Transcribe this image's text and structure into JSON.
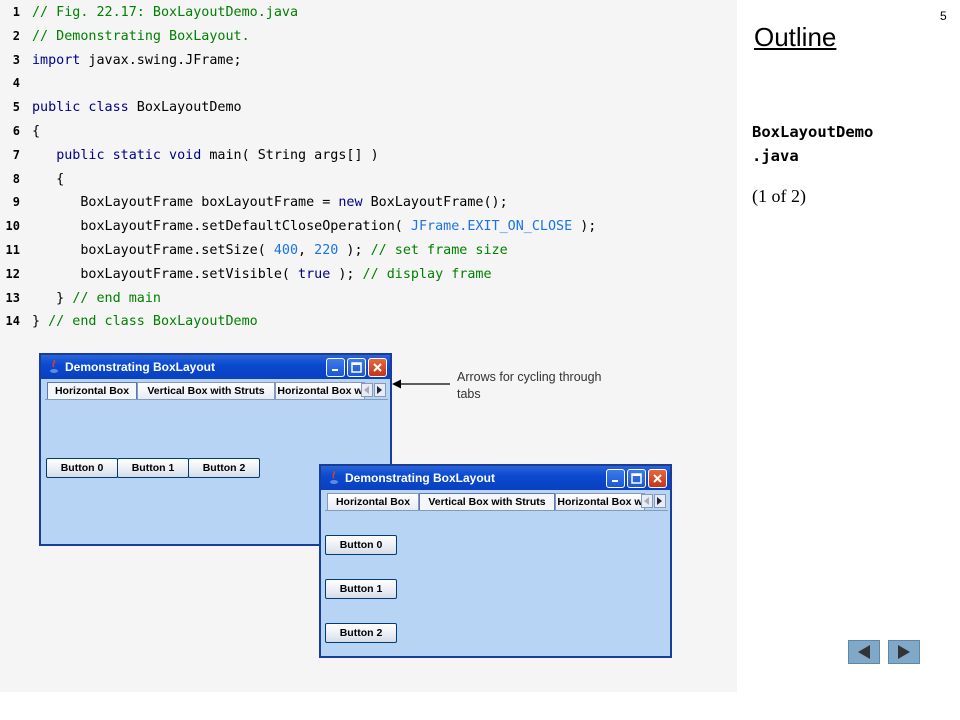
{
  "page_number": "5",
  "outline": {
    "title": "Outline",
    "file_line1": "BoxLayoutDemo",
    "file_line2": ".java",
    "page_of": "(1 of 2)"
  },
  "code_lines": [
    {
      "n": "1",
      "tokens": [
        {
          "t": "// Fig. 22.17: BoxLayoutDemo.java",
          "c": "comment"
        }
      ]
    },
    {
      "n": "2",
      "tokens": [
        {
          "t": "// Demonstrating BoxLayout.",
          "c": "comment"
        }
      ]
    },
    {
      "n": "3",
      "tokens": [
        {
          "t": "import",
          "c": "keyword"
        },
        {
          "t": " javax.swing.JFrame;",
          "c": "plain"
        }
      ]
    },
    {
      "n": "4",
      "tokens": []
    },
    {
      "n": "5",
      "tokens": [
        {
          "t": "public class",
          "c": "keyword"
        },
        {
          "t": " BoxLayoutDemo",
          "c": "plain"
        }
      ]
    },
    {
      "n": "6",
      "tokens": [
        {
          "t": "{",
          "c": "plain"
        }
      ]
    },
    {
      "n": "7",
      "tokens": [
        {
          "t": "   ",
          "c": "plain"
        },
        {
          "t": "public static void",
          "c": "keyword"
        },
        {
          "t": " main( String args[] )",
          "c": "plain"
        }
      ]
    },
    {
      "n": "8",
      "tokens": [
        {
          "t": "   {",
          "c": "plain"
        }
      ]
    },
    {
      "n": "9",
      "tokens": [
        {
          "t": "      BoxLayoutFrame boxLayoutFrame = ",
          "c": "plain"
        },
        {
          "t": "new",
          "c": "keyword"
        },
        {
          "t": " BoxLayoutFrame();",
          "c": "plain"
        }
      ]
    },
    {
      "n": "10",
      "tokens": [
        {
          "t": "      boxLayoutFrame.setDefaultCloseOperation( ",
          "c": "plain"
        },
        {
          "t": "JFrame.EXIT_ON_CLOSE",
          "c": "constant"
        },
        {
          "t": " );",
          "c": "plain"
        }
      ]
    },
    {
      "n": "11",
      "tokens": [
        {
          "t": "      boxLayoutFrame.setSize( ",
          "c": "plain"
        },
        {
          "t": "400",
          "c": "constant"
        },
        {
          "t": ", ",
          "c": "plain"
        },
        {
          "t": "220",
          "c": "constant"
        },
        {
          "t": " ); ",
          "c": "plain"
        },
        {
          "t": "// set frame size",
          "c": "comment"
        }
      ]
    },
    {
      "n": "12",
      "tokens": [
        {
          "t": "      boxLayoutFrame.setVisible( ",
          "c": "plain"
        },
        {
          "t": "true",
          "c": "keyword"
        },
        {
          "t": " ); ",
          "c": "plain"
        },
        {
          "t": "// display frame",
          "c": "comment"
        }
      ]
    },
    {
      "n": "13",
      "tokens": [
        {
          "t": "   } ",
          "c": "plain"
        },
        {
          "t": "// end main",
          "c": "comment"
        }
      ]
    },
    {
      "n": "14",
      "tokens": [
        {
          "t": "} ",
          "c": "plain"
        },
        {
          "t": "// end class BoxLayoutDemo",
          "c": "comment"
        }
      ]
    }
  ],
  "window1": {
    "title": "Demonstrating BoxLayout",
    "tabs": [
      "Horizontal Box",
      "Vertical Box with Struts",
      "Horizontal Box w"
    ],
    "selected_tab": "Horizontal Box",
    "buttons": [
      "Button 0",
      "Button 1",
      "Button 2"
    ]
  },
  "window2": {
    "title": "Demonstrating BoxLayout",
    "tabs": [
      "Horizontal Box",
      "Vertical Box with Struts",
      "Horizontal Box w"
    ],
    "selected_tab": "Vertical Box with Struts",
    "buttons": [
      "Button 0",
      "Button 1",
      "Button 2"
    ]
  },
  "callout_text": "Arrows for cycling through\n tabs",
  "colors": {
    "comment": "#008000",
    "keyword": "#00008b",
    "constant": "#1a73e8",
    "window_bg": "#b8d4f5",
    "titlebar": "#0b4ad0",
    "nav_button": "#80a9c9"
  }
}
